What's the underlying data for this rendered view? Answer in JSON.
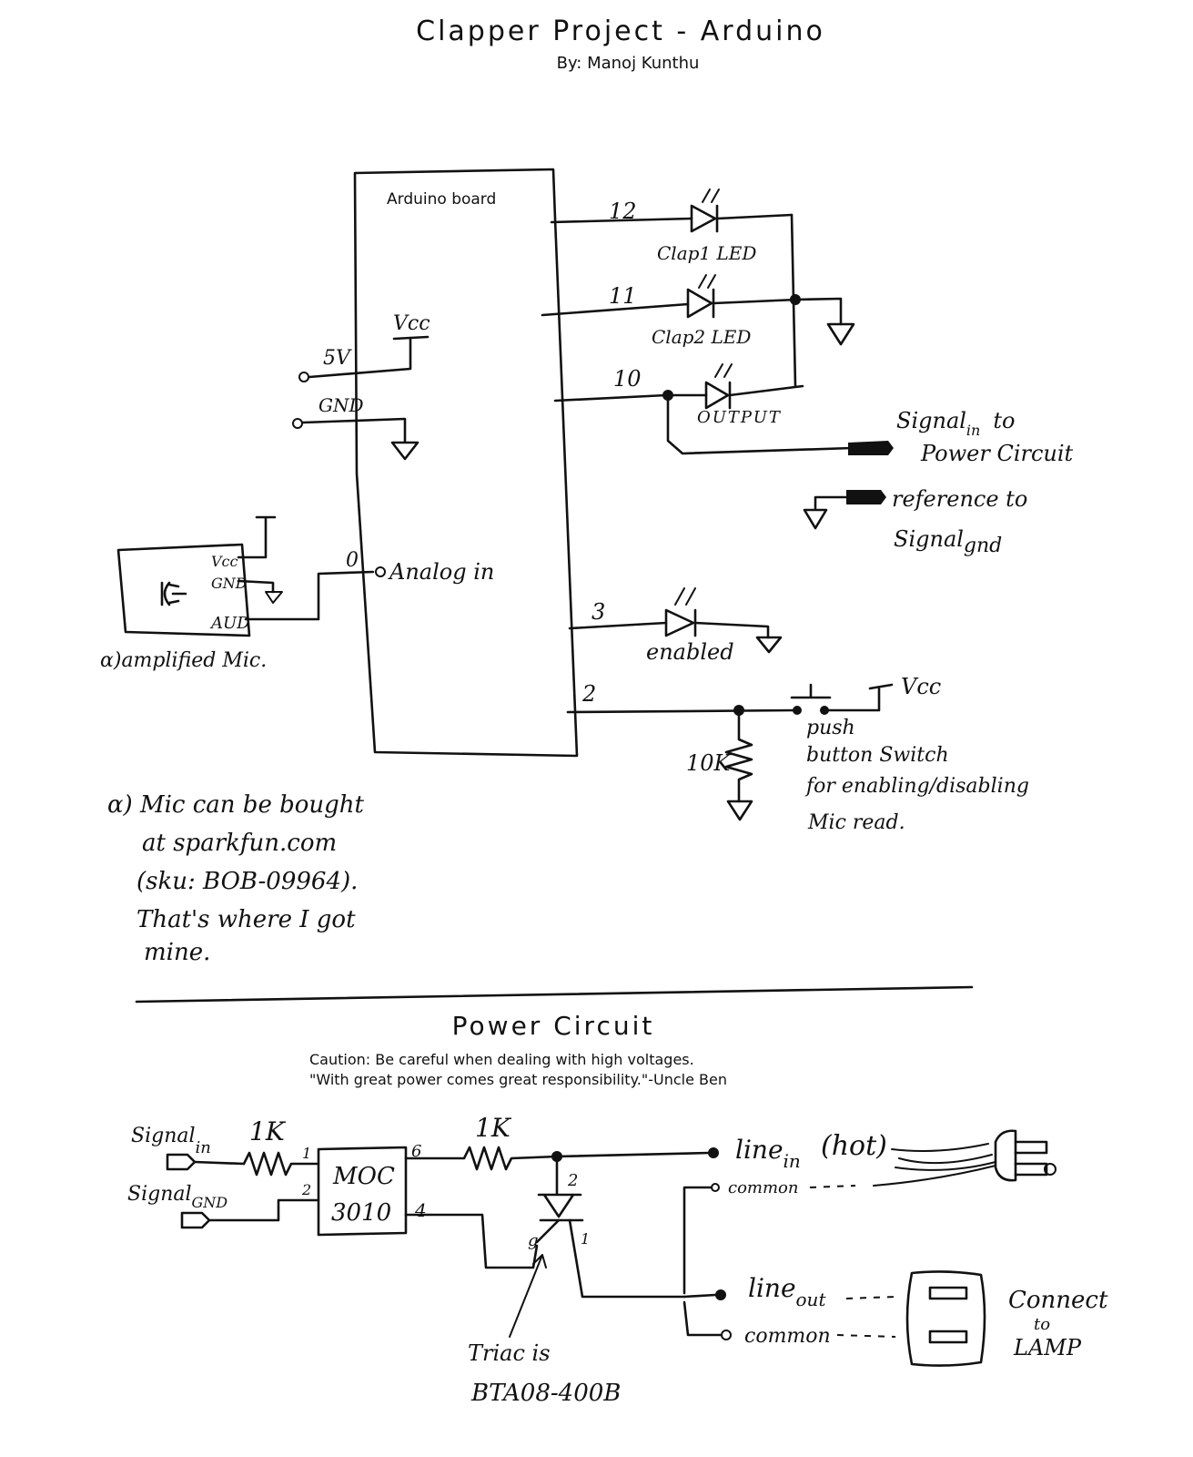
{
  "header": {
    "title": "Clapper Project - Arduino",
    "author": "By: Manoj Kunthu"
  },
  "arduino": {
    "board_label": "Arduino board",
    "vcc": "Vcc",
    "pin_5v": "5V",
    "pin_gnd": "GND",
    "pin0": "0",
    "analog_in": "Analog in",
    "pin12": "12",
    "pin11": "11",
    "pin10": "10",
    "pin3": "3",
    "pin2": "2"
  },
  "leds": {
    "clap1": "Clap1 LED",
    "clap2": "Clap2 LED",
    "output": "OUTPUT",
    "enabled": "enabled"
  },
  "signals": {
    "signal": "Signal",
    "signal_sub": "in",
    "to": "to",
    "power_circuit": "Power Circuit",
    "reference_to": "reference to",
    "signal2": "Signal",
    "signal2_sub": "gnd"
  },
  "mic": {
    "vcc": "Vcc",
    "gnd": "GND",
    "aud": "AUD",
    "label": "α)amplified Mic."
  },
  "switch": {
    "vcc": "Vcc",
    "resistor": "10K",
    "line1": "push",
    "line2": "button Switch",
    "line3": "for enabling/disabling",
    "line4": "Mic read."
  },
  "note": {
    "line1": "α) Mic can be bought",
    "line2": "at sparkfun.com",
    "line3": "(sku: BOB-09964).",
    "line4": "That's where I got",
    "line5": "mine."
  },
  "power": {
    "title": "Power Circuit",
    "caution1": "Caution: Be careful when dealing with high voltages.",
    "caution2": "\"With great power comes great responsibility.\"-Uncle Ben",
    "signal_in": "Signal",
    "signal_in_sub": "in",
    "signal_gnd": "Signal",
    "signal_gnd_sub": "GND",
    "r1": "1K",
    "r2": "1K",
    "moc_line1": "MOC",
    "moc_line2": "3010",
    "pin1": "1",
    "pin2": "2",
    "pin6": "6",
    "pin4": "4",
    "triac_pin2": "2",
    "triac_pin1": "1",
    "triac_g": "g",
    "line_in": "line",
    "line_in_sub": "in",
    "hot": "(hot)",
    "common1": "common",
    "line_out": "line",
    "line_out_sub": "out",
    "common2": "common",
    "triac_is": "Triac is",
    "triac_part": "BTA08-400B",
    "connect1": "Connect",
    "connect2": "to",
    "connect3": "LAMP"
  }
}
